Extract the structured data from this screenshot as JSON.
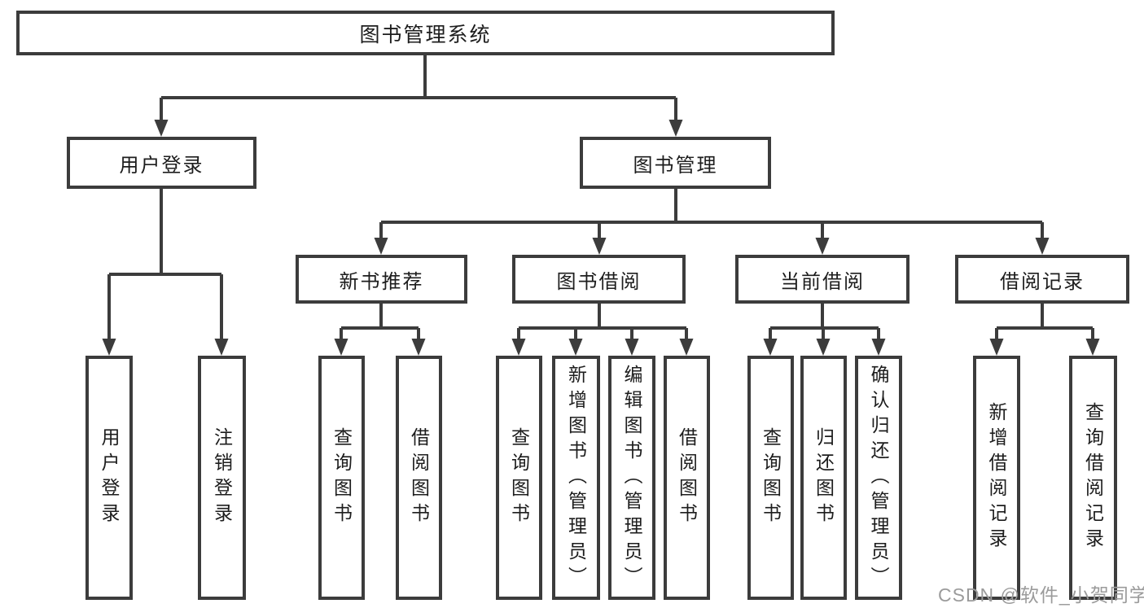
{
  "tree": {
    "root": {
      "label": "图书管理系统",
      "children": [
        {
          "label": "用户登录",
          "children": [
            {
              "label": "用户登录"
            },
            {
              "label": "注销登录"
            }
          ]
        },
        {
          "label": "图书管理",
          "children": [
            {
              "label": "新书推荐",
              "children": [
                {
                  "label": "查询图书"
                },
                {
                  "label": "借阅图书"
                }
              ]
            },
            {
              "label": "图书借阅",
              "children": [
                {
                  "label": "查询图书"
                },
                {
                  "label": "新增图书（管理员）"
                },
                {
                  "label": "编辑图书（管理员）"
                },
                {
                  "label": "借阅图书"
                }
              ]
            },
            {
              "label": "当前借阅",
              "children": [
                {
                  "label": "查询图书"
                },
                {
                  "label": "归还图书"
                },
                {
                  "label": "确认归还（管理员）"
                }
              ]
            },
            {
              "label": "借阅记录",
              "children": [
                {
                  "label": "新增借阅记录"
                },
                {
                  "label": "查询借阅记录"
                }
              ]
            }
          ]
        }
      ]
    }
  },
  "watermark": {
    "text": "CSDN @软件_小贺同学"
  },
  "colors": {
    "line": "#3c3c3c",
    "border": "#3c3c3c",
    "text": "#1d1d1d",
    "watermark_gray": "#9b9b9b",
    "background": "#ffffff"
  }
}
